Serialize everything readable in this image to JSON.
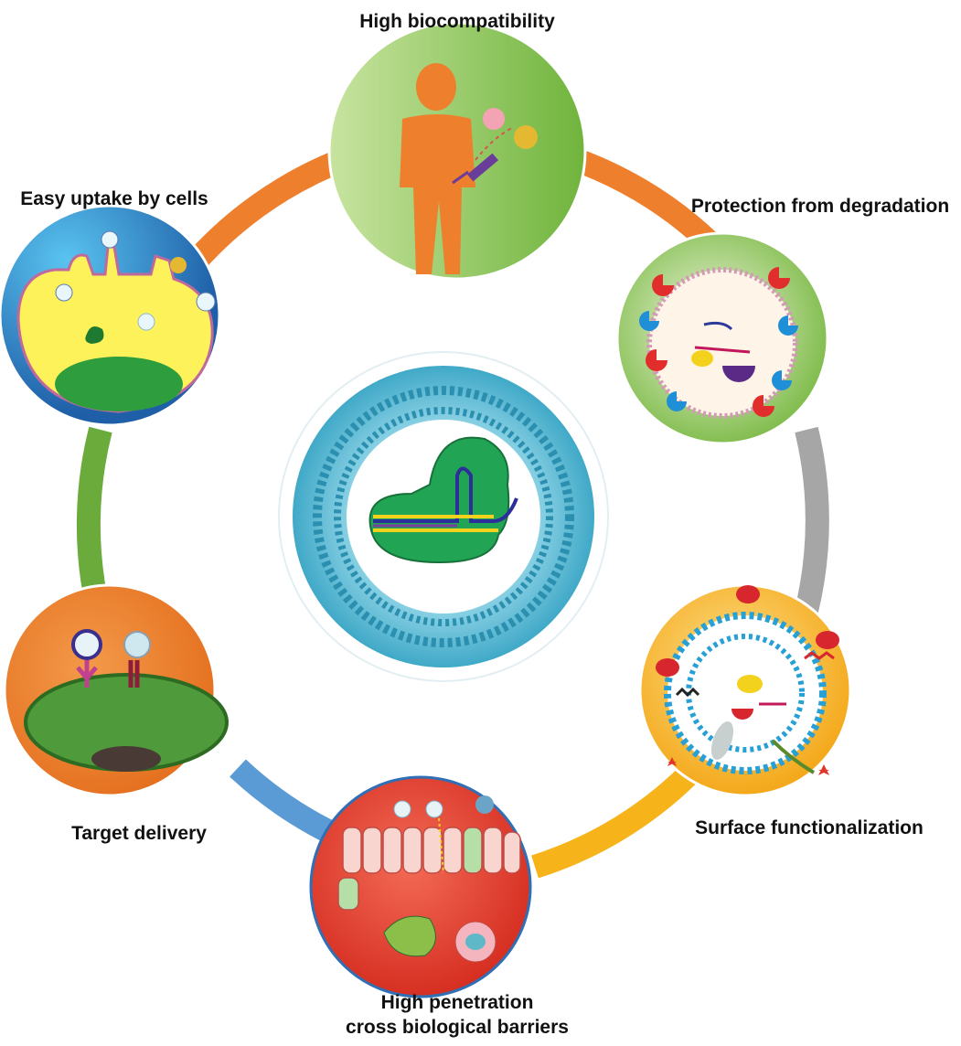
{
  "labels": {
    "top": "High biocompatibility",
    "upper_right": "Protection from degradation",
    "lower_right": "Surface functionalization",
    "bottom_line1": "High penetration",
    "bottom_line2": "cross biological barriers",
    "lower_left": "Target delivery",
    "upper_left": "Easy uptake by cells"
  },
  "colors": {
    "ring_top_right": "#ee7f2d",
    "ring_right": "#a6a6a6",
    "ring_bottom_right": "#f7b31a",
    "ring_bottom_left": "#5b9bd5",
    "ring_left": "#6aab3c",
    "ring_top_left": "#ee7f2d",
    "green_node": "#8cc63f",
    "blue_node": "#2e8fd0",
    "orange_node": "#ee7f2d",
    "yellow_node": "#f7b31a",
    "red_node": "#e5402f",
    "cyan_center": "#4db8d0"
  },
  "icons": {
    "top": "human-silhouette-icon",
    "upper_right": "protected-liposome-icon",
    "lower_right": "functionalized-liposome-icon",
    "bottom": "epithelial-barrier-icon",
    "lower_left": "receptor-targeting-icon",
    "upper_left": "cell-uptake-icon",
    "center": "liposome-crispr-icon"
  }
}
